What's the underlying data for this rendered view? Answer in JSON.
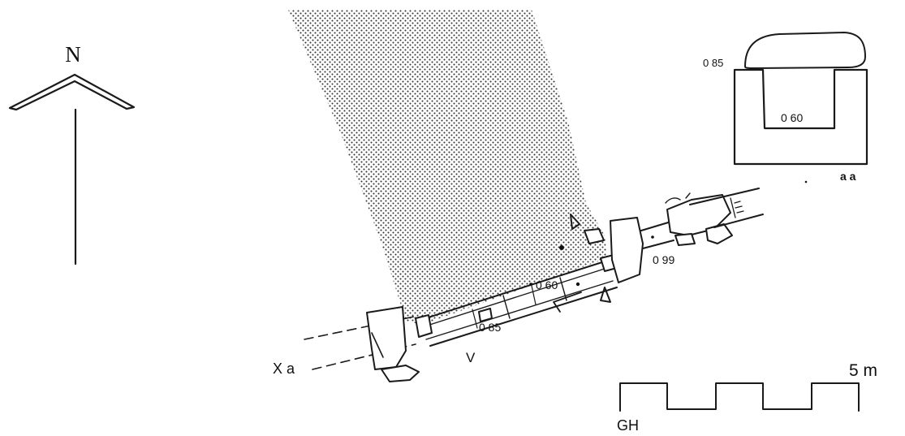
{
  "north_arrow": {
    "label": "N"
  },
  "section": {
    "label": "a a",
    "top_elevation": "0 85",
    "inner_elevation": "0 60"
  },
  "plan": {
    "section_marker": "X a",
    "elevation_low": "0 85",
    "elevation_mid": "0 60",
    "elevation_high": "0 99",
    "marker_v": "V"
  },
  "scale_bar": {
    "max_label": "5 m",
    "author_initials": "GH",
    "segments": 5
  }
}
